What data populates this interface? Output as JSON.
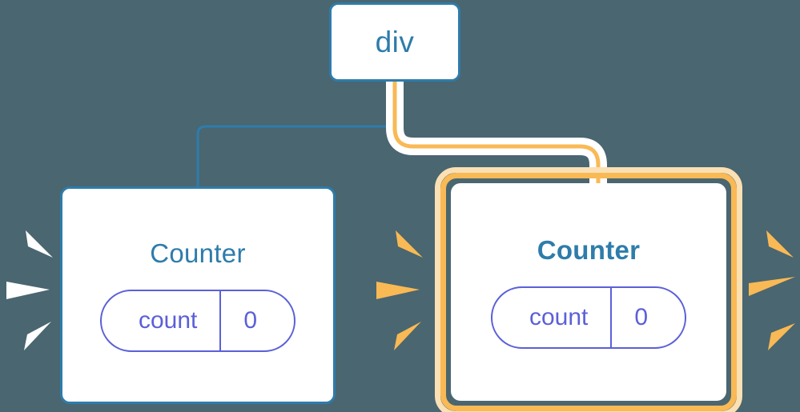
{
  "diagram": {
    "title_semantic": "react-component-tree-rerender",
    "background_color": "#4a6670",
    "colors": {
      "blue": "#2e7cab",
      "orange": "#f9b955",
      "orange_light": "#fbe0b4",
      "purple": "#5b60d8",
      "white": "#ffffff"
    }
  },
  "root_node": {
    "label": "div"
  },
  "nodes": [
    {
      "id": "counter-left",
      "title": "Counter",
      "highlighted": false,
      "title_bold": false,
      "state": {
        "key": "count",
        "value": "0"
      },
      "burst_color": "#ffffff"
    },
    {
      "id": "counter-right",
      "title": "Counter",
      "highlighted": true,
      "title_bold": true,
      "state": {
        "key": "count",
        "value": "0"
      },
      "burst_color": "#f9b955"
    }
  ],
  "edges": [
    {
      "from": "div",
      "to": "counter-left",
      "color": "#2e7cab",
      "highlighted": false
    },
    {
      "from": "div",
      "to": "counter-right",
      "color": "#f9b955",
      "highlighted": true
    }
  ]
}
